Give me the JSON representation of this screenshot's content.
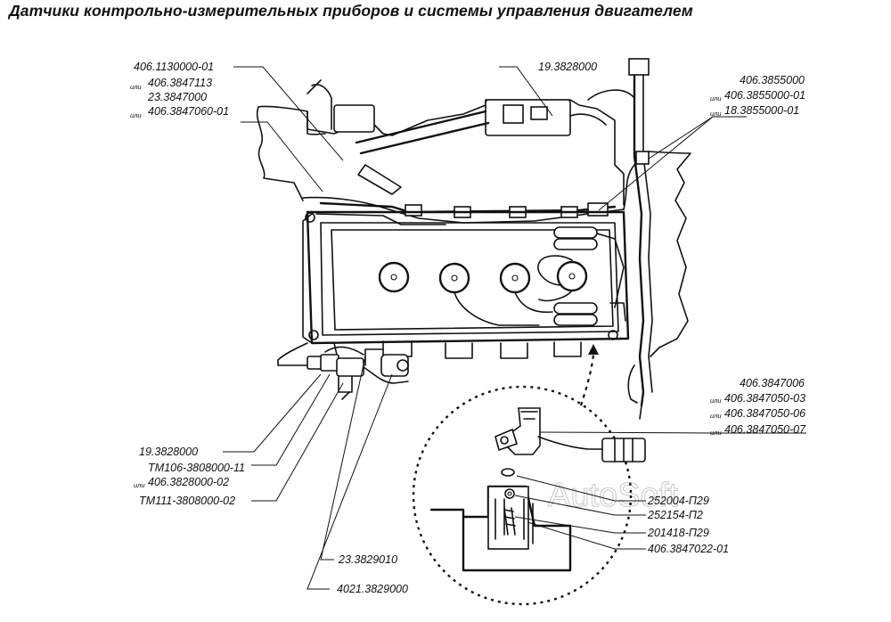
{
  "title": "Датчики контрольно-измерительных приборов и системы управления двигателем",
  "watermark": "AutoSoft",
  "or_word": "или",
  "labels": {
    "top_left": [
      "406.1130000-01",
      "406.3847113",
      "23.3847000",
      "406.3847060-01"
    ],
    "top_center": "19.3828000",
    "top_right": [
      "406.3855000",
      "406.3855000-01",
      "18.3855000-01"
    ],
    "left_bottom": [
      "19.3828000",
      "ТМ106-3808000-11",
      "406.3828000-02",
      "ТМ111-3808000-02"
    ],
    "bottom_center": [
      "23.3829010",
      "4021.3829000"
    ],
    "right_sensor": [
      "406.3847006",
      "406.3847050-03",
      "406.3847050-06",
      "406.3847050-07"
    ],
    "right_bracket": [
      "252004-П29",
      "252154-П2",
      "201418-П29",
      "406.3847022-01"
    ]
  },
  "colors": {
    "ink": "#111111",
    "watermark": "#c8c8c8",
    "background": "#ffffff"
  }
}
